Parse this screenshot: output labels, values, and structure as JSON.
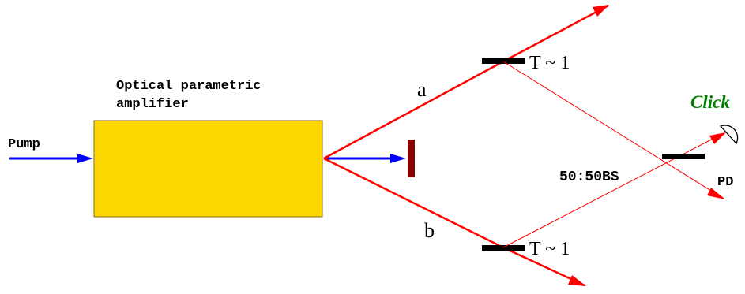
{
  "labels": {
    "pump": "Pump",
    "opa_line1": "Optical parametric",
    "opa_line2": "amplifier",
    "beam_a": "a",
    "beam_b": "b",
    "transmission_top": "T ~ 1",
    "transmission_bottom": "T ~ 1",
    "beam_splitter": "50:50BS",
    "detector": "PD",
    "click": "Click"
  },
  "colors": {
    "pump_beam": "#0000ff",
    "signal_beam": "#ff0000",
    "amplifier_fill": "#ffd700",
    "amplifier_border": "#8b6914",
    "beam_dump": "#8b0000",
    "optics": "#000000",
    "click_text": "#008000"
  }
}
